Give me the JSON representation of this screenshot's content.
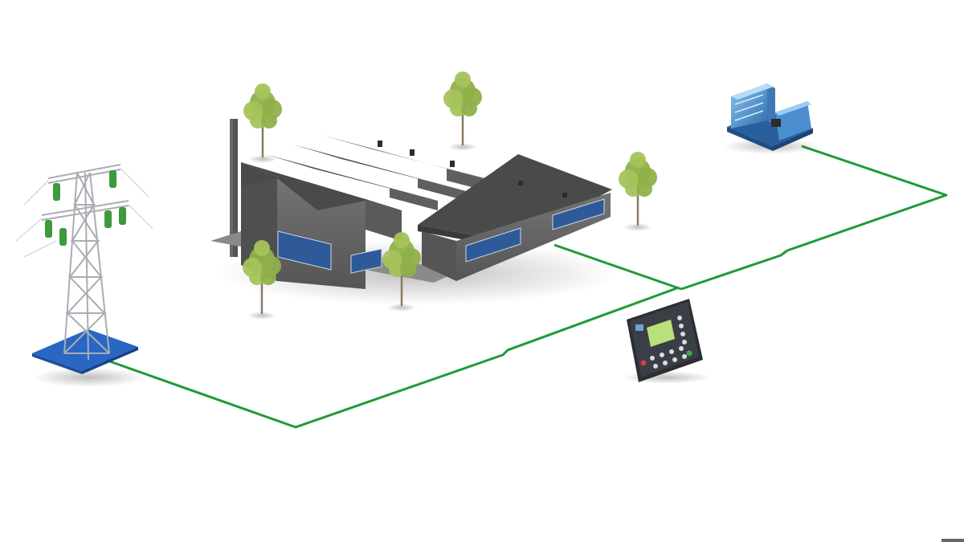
{
  "diagram": {
    "nodes": [
      {
        "id": "utility-grid",
        "icon": "transmission-tower-icon"
      },
      {
        "id": "factory",
        "icon": "factory-building-icon"
      },
      {
        "id": "generator",
        "icon": "diesel-generator-icon"
      },
      {
        "id": "controller",
        "icon": "genset-controller-icon"
      }
    ],
    "links": [
      {
        "from": "utility-grid",
        "to": "controller-bus"
      },
      {
        "from": "factory",
        "to": "controller-bus"
      },
      {
        "from": "generator",
        "to": "controller-bus"
      }
    ]
  },
  "colors": {
    "cable": "#1f9a3a",
    "roof": "#4a4a4a",
    "wall": "#6b6b6b",
    "window": "#2f5a9a",
    "tower_base": "#2a66c4",
    "insulator": "#3d9a3d",
    "generator": "#4b8fd0",
    "foliage": "#8fb04a",
    "panel": "#3a3e45",
    "screen": "#b9e07a",
    "corner_bar": "#666666"
  }
}
